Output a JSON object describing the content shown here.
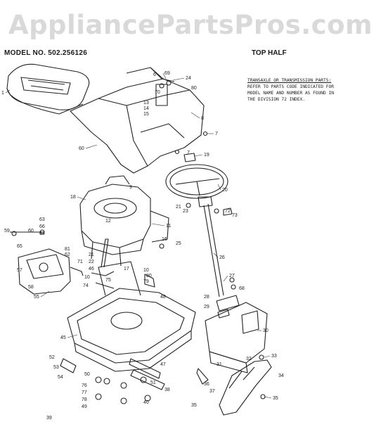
{
  "header": {
    "watermark": "AppliancePartsPros.com",
    "model_no": "MODEL NO. 502.256126",
    "section": "TOP HALF"
  },
  "note": {
    "lines": [
      "TRANSAXLE OR TRANSMISSION PARTS:",
      "REFER TO PARTS CODE INDICATED FOR",
      "MODEL NAME AND NUMBER AS FOUND IN",
      "THE DIVISION 72 INDEX."
    ]
  },
  "callouts": [
    {
      "n": "1"
    },
    {
      "n": "6"
    },
    {
      "n": "69"
    },
    {
      "n": "24"
    },
    {
      "n": "70"
    },
    {
      "n": "80"
    },
    {
      "n": "13"
    },
    {
      "n": "14"
    },
    {
      "n": "15"
    },
    {
      "n": "8"
    },
    {
      "n": "7"
    },
    {
      "n": "7"
    },
    {
      "n": "19"
    },
    {
      "n": "60"
    },
    {
      "n": "20"
    },
    {
      "n": "9"
    },
    {
      "n": "18"
    },
    {
      "n": "21"
    },
    {
      "n": "23"
    },
    {
      "n": "72"
    },
    {
      "n": "73"
    },
    {
      "n": "63"
    },
    {
      "n": "66"
    },
    {
      "n": "64"
    },
    {
      "n": "11"
    },
    {
      "n": "59"
    },
    {
      "n": "60"
    },
    {
      "n": "65"
    },
    {
      "n": "81"
    },
    {
      "n": "62"
    },
    {
      "n": "16"
    },
    {
      "n": "25"
    },
    {
      "n": "21"
    },
    {
      "n": "22"
    },
    {
      "n": "46"
    },
    {
      "n": "71"
    },
    {
      "n": "26"
    },
    {
      "n": "57"
    },
    {
      "n": "17"
    },
    {
      "n": "10"
    },
    {
      "n": "10"
    },
    {
      "n": "80"
    },
    {
      "n": "74"
    },
    {
      "n": "75"
    },
    {
      "n": "79"
    },
    {
      "n": "27"
    },
    {
      "n": "58"
    },
    {
      "n": "55"
    },
    {
      "n": "48"
    },
    {
      "n": "28"
    },
    {
      "n": "29"
    },
    {
      "n": "68"
    },
    {
      "n": "30"
    },
    {
      "n": "45"
    },
    {
      "n": "33"
    },
    {
      "n": "32"
    },
    {
      "n": "34"
    },
    {
      "n": "52"
    },
    {
      "n": "53"
    },
    {
      "n": "54"
    },
    {
      "n": "47"
    },
    {
      "n": "50"
    },
    {
      "n": "76"
    },
    {
      "n": "77"
    },
    {
      "n": "78"
    },
    {
      "n": "49"
    },
    {
      "n": "31"
    },
    {
      "n": "35"
    },
    {
      "n": "35"
    },
    {
      "n": "36"
    },
    {
      "n": "37"
    },
    {
      "n": "38"
    },
    {
      "n": "40"
    },
    {
      "n": "51"
    },
    {
      "n": "39"
    },
    {
      "n": "12"
    }
  ]
}
